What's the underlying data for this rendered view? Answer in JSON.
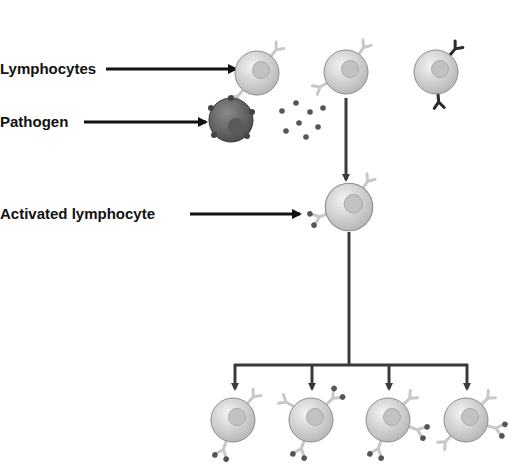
{
  "diagram": {
    "labels": [
      "Lymphocytes",
      "Pathogen",
      "Activated lymphocyte"
    ]
  }
}
